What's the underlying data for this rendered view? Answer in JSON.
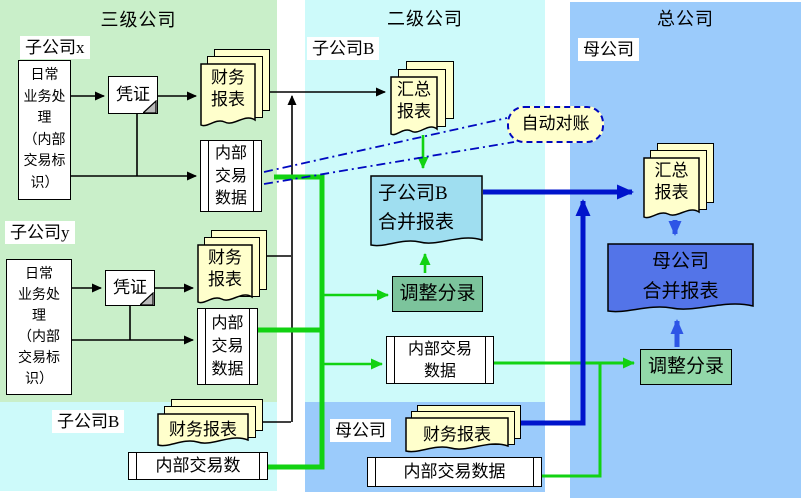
{
  "level3": {
    "title": "三级公司",
    "sub_x": {
      "label": "子公司x",
      "process": "日常\n业务处\n理\n（内部\n交易标\n识）",
      "voucher": "凭证",
      "fin_report": "财务\n报表",
      "internal_data": "内部\n交易\n数据"
    },
    "sub_y": {
      "label": "子公司y",
      "process": "日常\n业务处\n理\n（内部\n交易标\n识）",
      "voucher": "凭证",
      "fin_report": "财务\n报表",
      "internal_data": "内部\n交易\n数据"
    },
    "sub_b": {
      "label": "子公司B",
      "fin_report": "财务报表",
      "internal_data": "内部交易数"
    }
  },
  "level2": {
    "title": "二级公司",
    "sub_b_label": "子公司B",
    "summary_report": "汇总\n报表",
    "auto_reconcile": "自动对账",
    "consolidated": "子公司B\n合并报表",
    "adjustment": "调整分录",
    "internal_data": "内部交易\n数据",
    "parent_label": "母公司",
    "parent_fin_report": "财务报表",
    "parent_internal_data": "内部交易数据"
  },
  "level1": {
    "title": "总公司",
    "parent_label": "母公司",
    "summary_report": "汇总\n报表",
    "consolidated": "母公司\n合并报表",
    "adjustment": "调整分录"
  },
  "colors": {
    "bg_level3": "#c9efc9",
    "bg_level2": "#cdfafa",
    "bg_level1": "#9bcbfb",
    "doc_yellow": "#ffffcc",
    "consolidated_b_fill": "#9fdef0",
    "consolidated_parent_fill": "#5374e8",
    "adjustment_mid_fill": "#7cc49c",
    "adjustment_right_fill": "#92d8a8",
    "line_green": "#12d212",
    "line_dark_blue": "#0014cc",
    "line_medium_blue": "#2e55e6",
    "line_dashdot_blue": "#0008c0"
  }
}
